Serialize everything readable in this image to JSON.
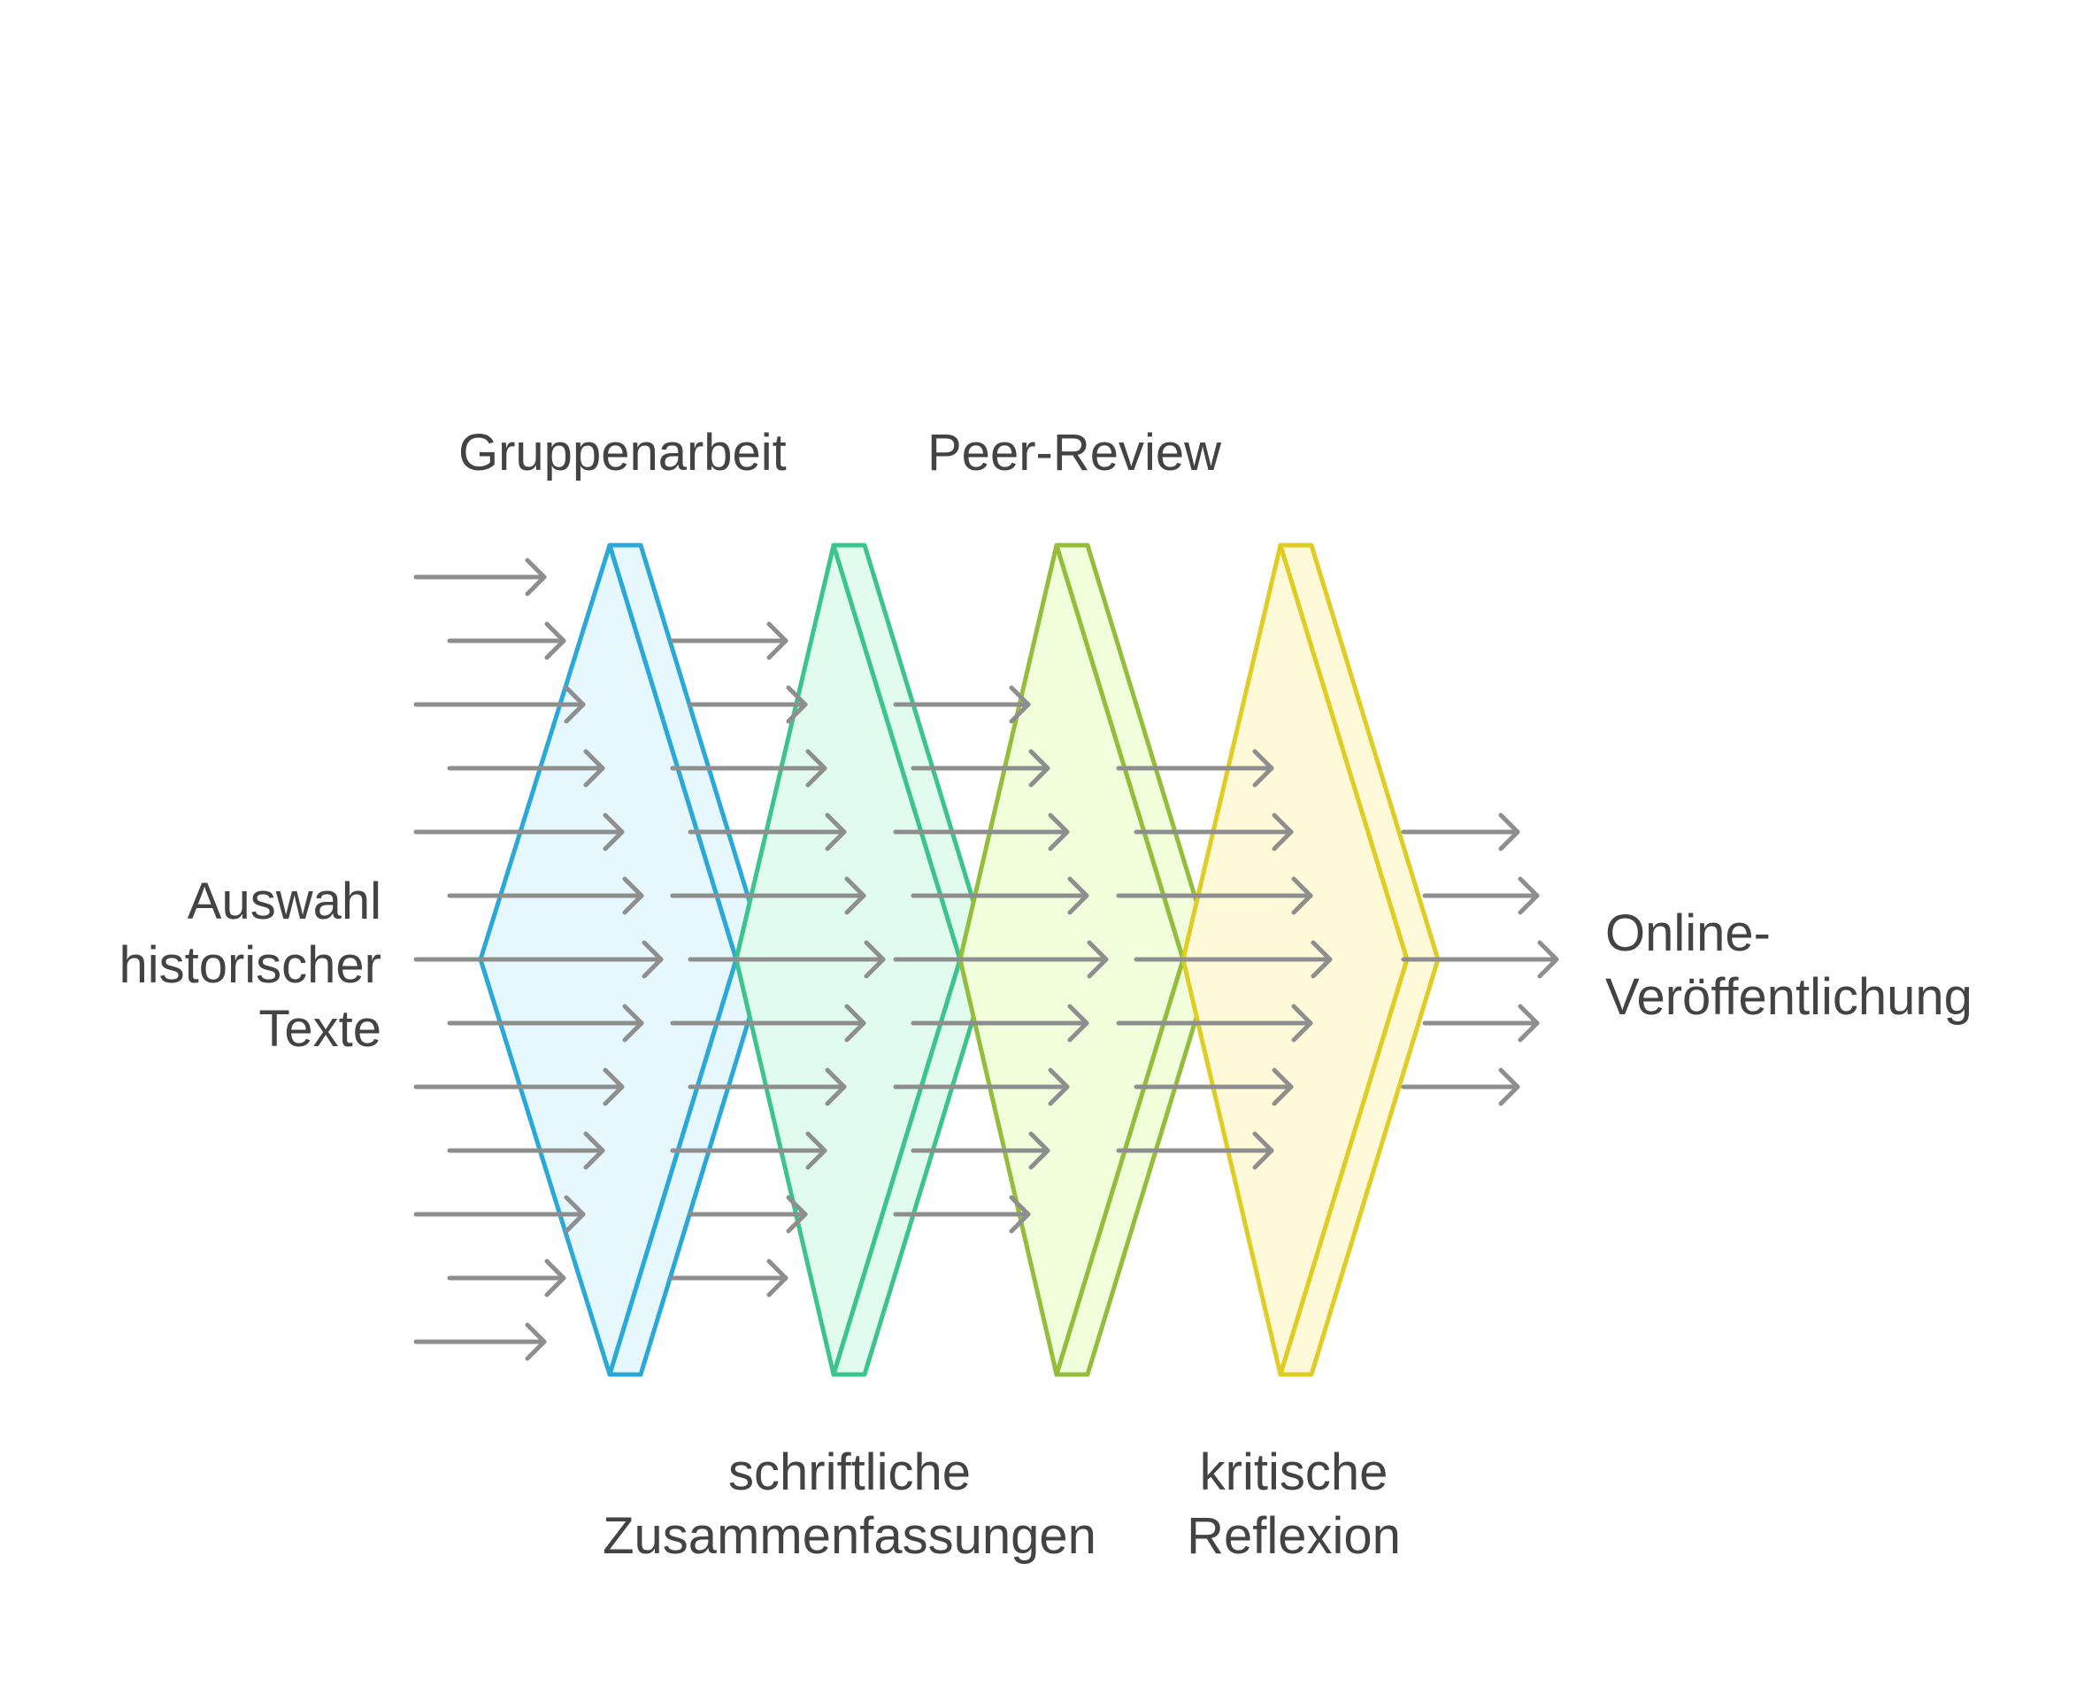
{
  "diagram": {
    "input_label": [
      "Auswahl",
      "historischer",
      "Texte"
    ],
    "output_label": [
      "Online-",
      "Veröffentlichung"
    ],
    "stages": [
      {
        "label": [
          "Gruppenarbeit"
        ],
        "label_position": "top",
        "stroke": "#2aa8d8",
        "fill": "#e6f7fd"
      },
      {
        "label": [
          "schriftliche",
          "Zusammenfassungen"
        ],
        "label_position": "bottom",
        "stroke": "#3cc48c",
        "fill": "#e1fbee"
      },
      {
        "label": [
          "Peer-Review"
        ],
        "label_position": "top",
        "stroke": "#95bd3c",
        "fill": "#f1fedb"
      },
      {
        "label": [
          "kritische",
          "Reflexion"
        ],
        "label_position": "bottom",
        "stroke": "#dfcc25",
        "fill": "#fefad9"
      }
    ],
    "arrow_color": "#8e8e8e",
    "input_arrow_count": 13,
    "arrows_between_stages": [
      11,
      9,
      7
    ],
    "output_arrow_count": 5
  }
}
